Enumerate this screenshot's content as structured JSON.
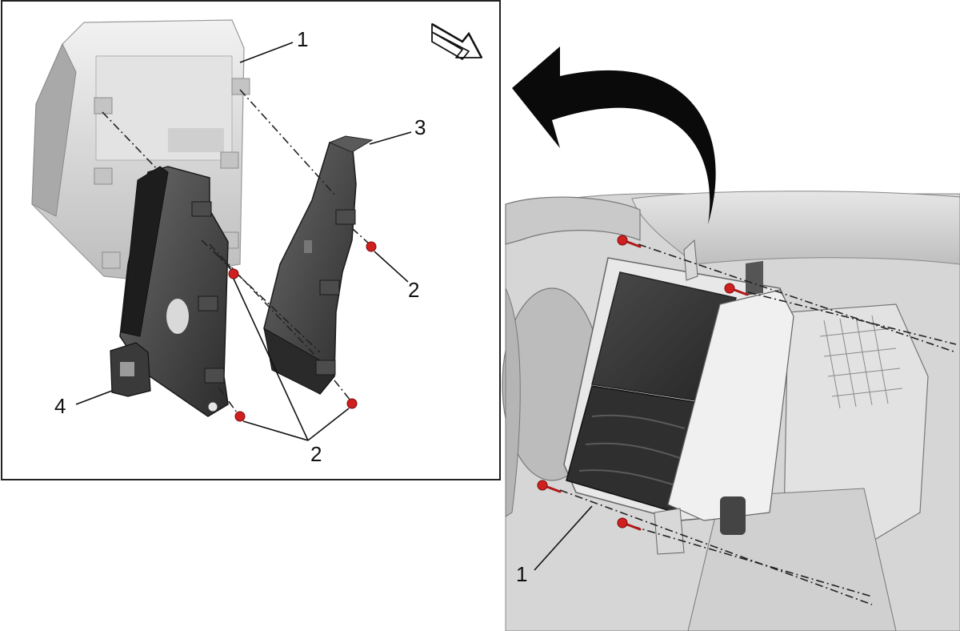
{
  "inset": {
    "labels": {
      "display": "1",
      "fastener_right": "2",
      "bracket_right": "3",
      "fastener_group": "2",
      "bracket_left": "4"
    },
    "direction_arrow_icon": "front-arrow-icon"
  },
  "vehicle_view": {
    "labels": {
      "display": "1"
    },
    "removal_arrow_icon": "removal-direction-arrow-icon"
  },
  "colors": {
    "fastener": "#d01f1f",
    "outline": "#111111",
    "bracket_dark": "#3a3a3a",
    "display_light": "#d9d9d9"
  }
}
